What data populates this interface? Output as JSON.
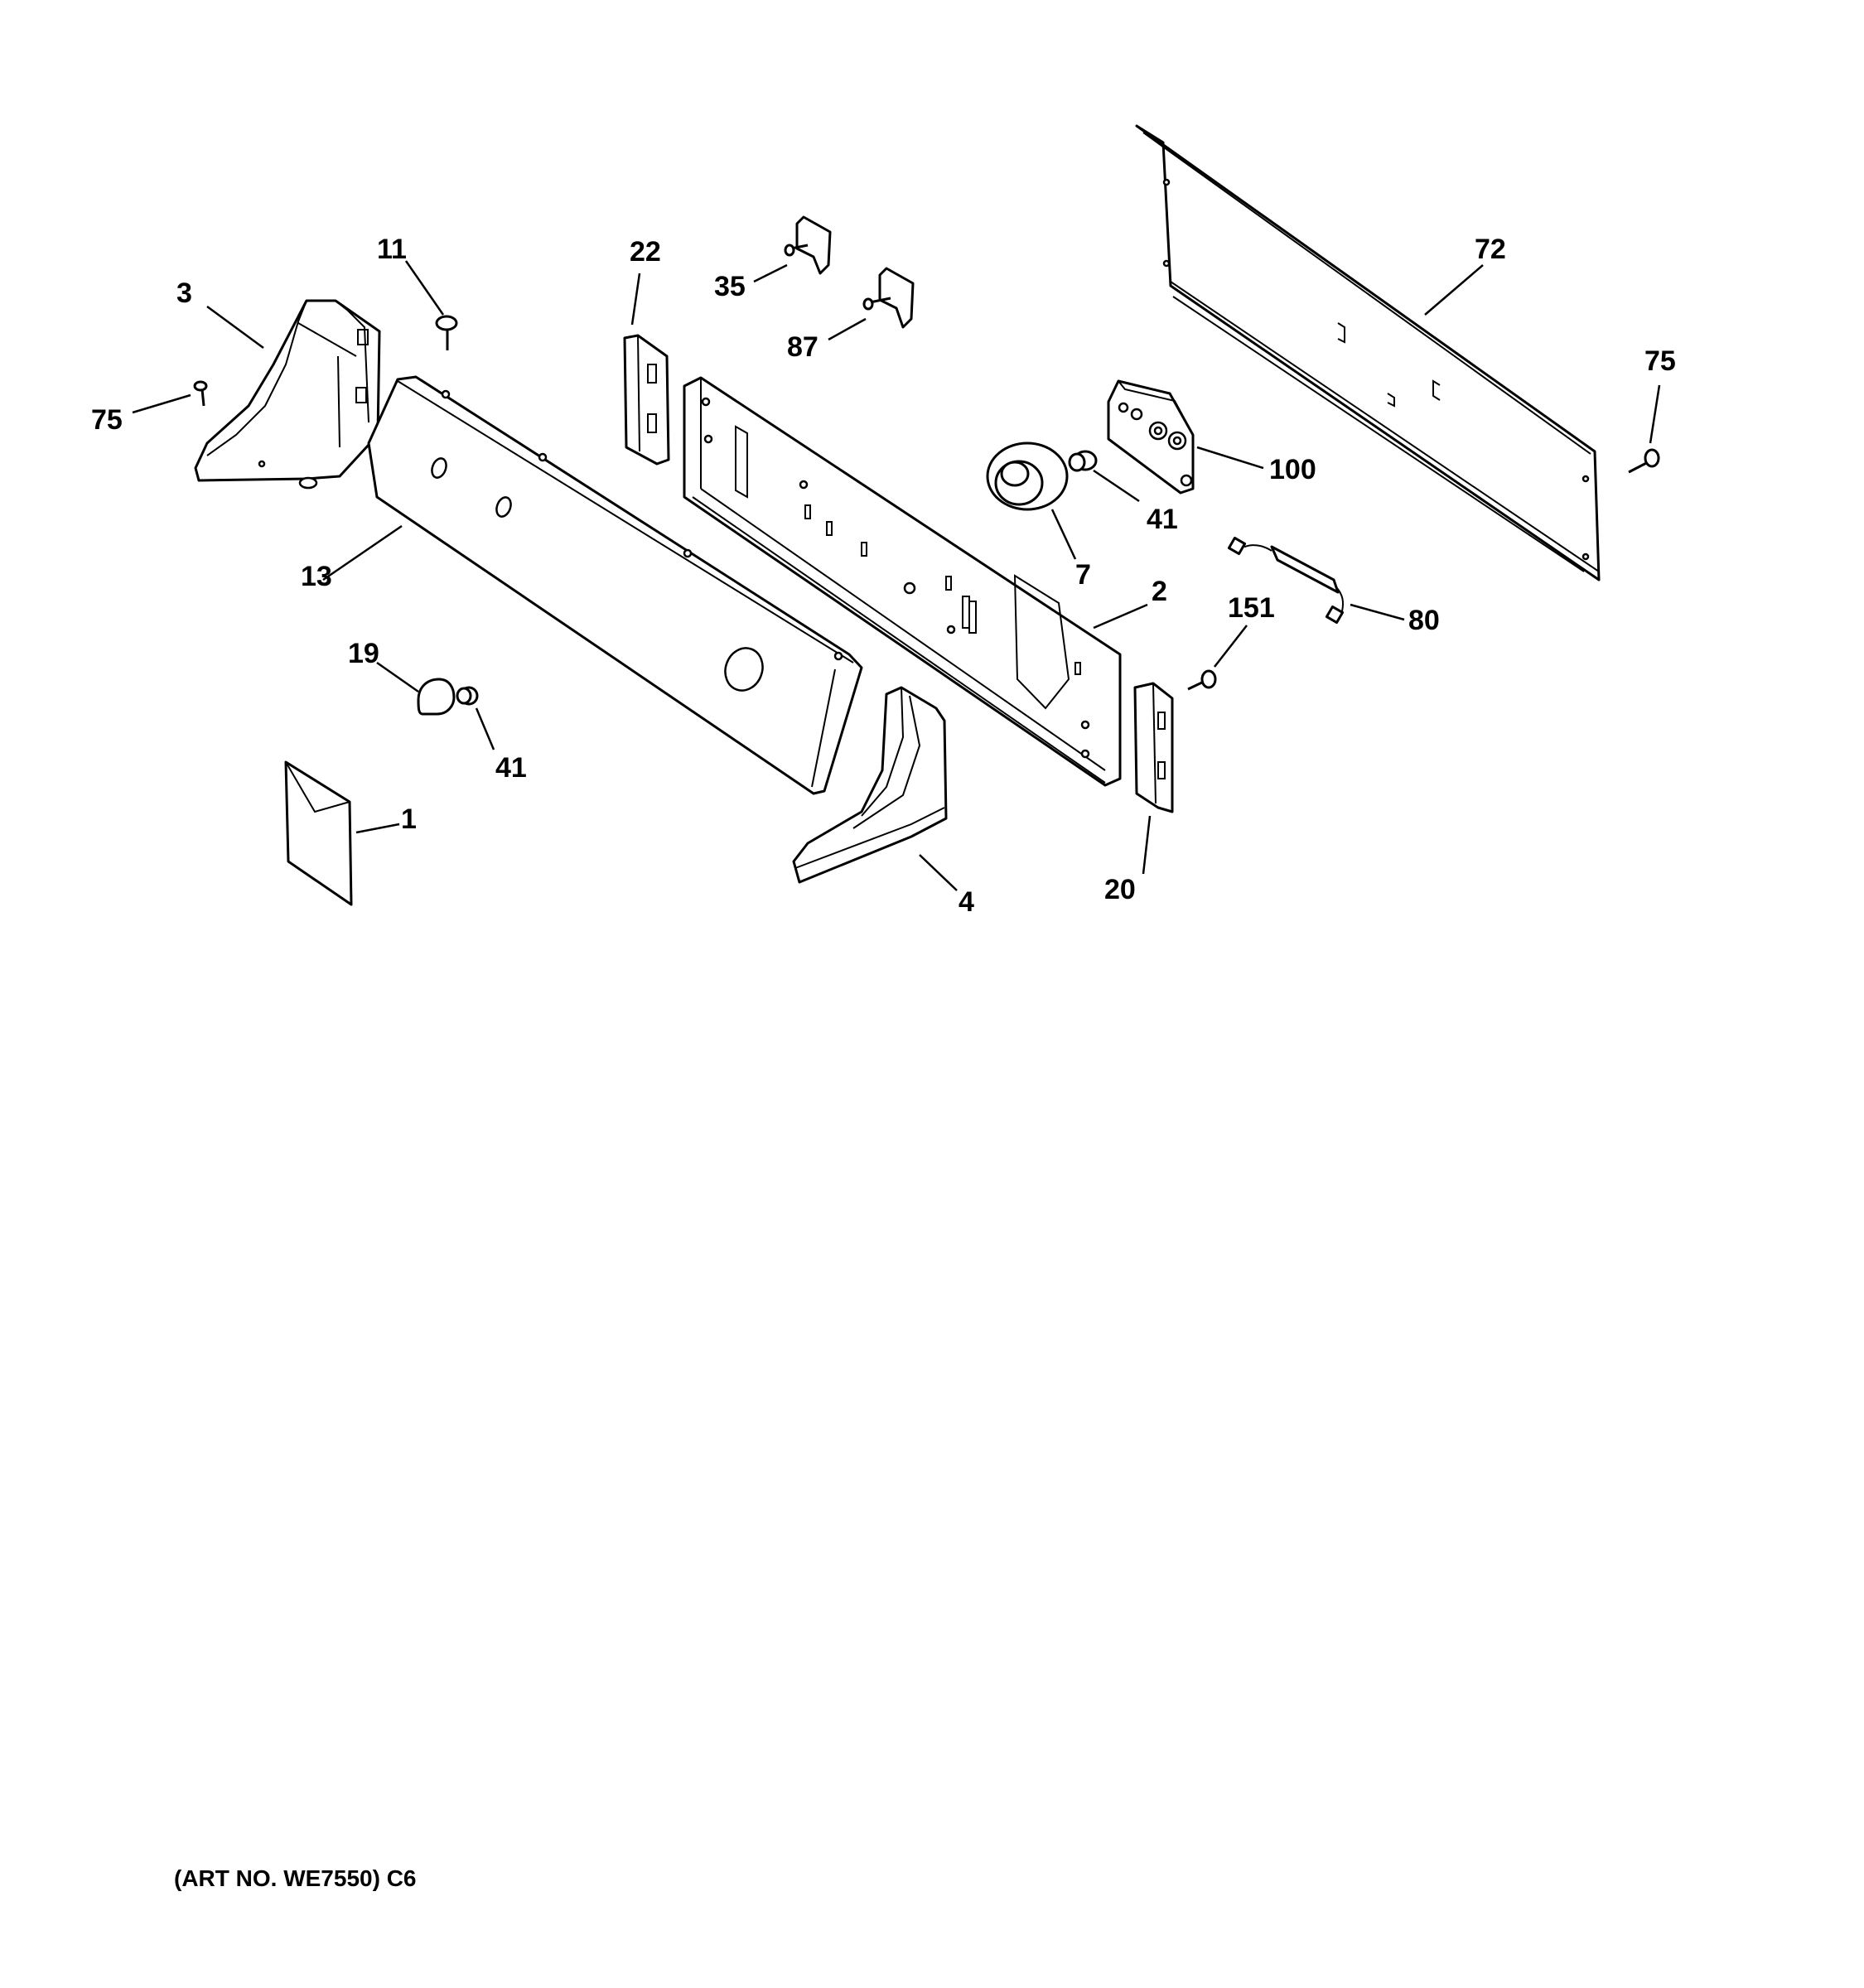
{
  "callouts": {
    "c1": "1",
    "c2": "2",
    "c3": "3",
    "c4": "4",
    "c7": "7",
    "c11": "11",
    "c13": "13",
    "c19": "19",
    "c20": "20",
    "c22": "22",
    "c35": "35",
    "c41a": "41",
    "c41b": "41",
    "c72": "72",
    "c75a": "75",
    "c75b": "75",
    "c80": "80",
    "c87": "87",
    "c100": "100",
    "c151": "151"
  },
  "caption": "(ART NO. WE7550) C6"
}
